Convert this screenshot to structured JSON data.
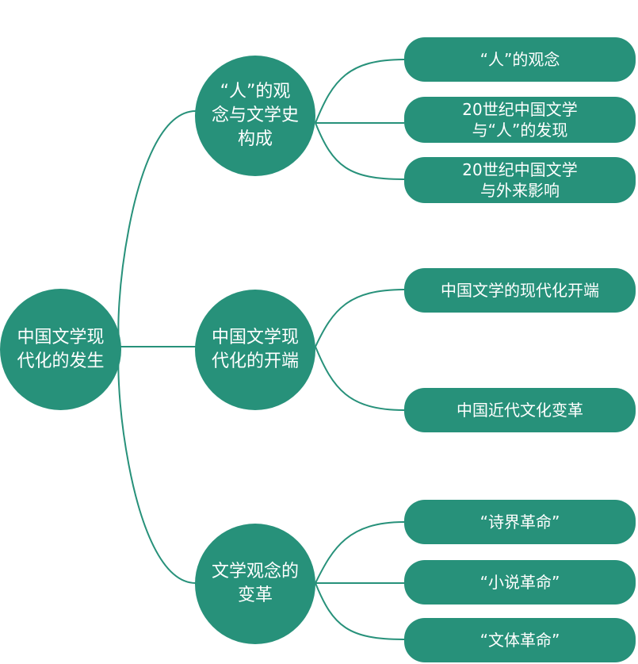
{
  "diagram": {
    "root": {
      "label": "中国文学现\n代化的发生"
    },
    "branches": [
      {
        "label": "“人”的观\n念与文学史\n构成",
        "leaves": [
          "“人”的观念",
          "20世纪中国文学\n与“人”的发现",
          "20世纪中国文学\n与外来影响"
        ]
      },
      {
        "label": "中国文学现\n代化的开端",
        "leaves": [
          "中国文学的现代化开端",
          "中国近代文化变革"
        ]
      },
      {
        "label": "文学观念的\n变革",
        "leaves": [
          "“诗界革命”",
          "“小说革命”",
          "“文体革命”"
        ]
      }
    ]
  },
  "colors": {
    "node_fill": "#27917a",
    "link": "#27917a",
    "text": "#ffffff"
  }
}
